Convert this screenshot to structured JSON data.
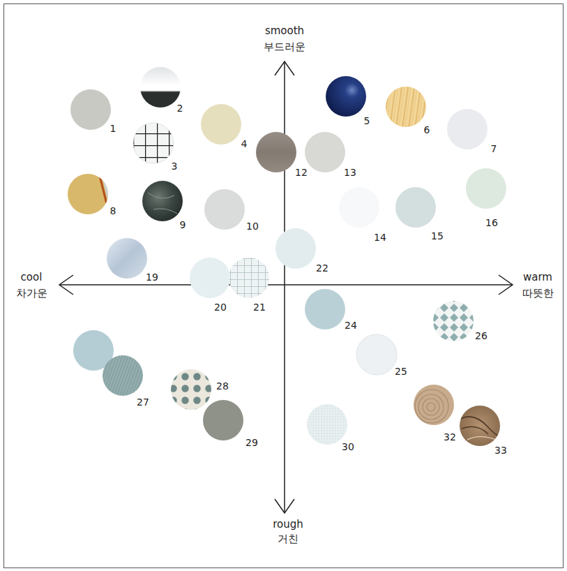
{
  "diagram": {
    "labels": [
      "smooth",
      "부드러운",
      "2",
      "5",
      "1",
      "6",
      "4",
      "7",
      "3",
      "12",
      "13",
      "8",
      "16",
      "9",
      "10",
      "15",
      "14",
      "22",
      "19",
      "cool",
      "차가운",
      "warm",
      "따뜻한",
      "20",
      "21",
      "24",
      "26",
      "25",
      "28",
      "27",
      "32",
      "29",
      "30",
      "33",
      "rough",
      "거친"
    ]
  }
}
